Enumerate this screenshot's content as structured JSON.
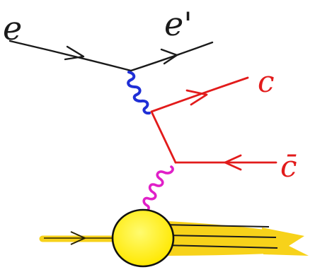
{
  "labels": {
    "electron_in": "e",
    "electron_out": "e'",
    "charm": "c",
    "anticharm": "c̄"
  },
  "colors": {
    "electron": "#1a1a1a",
    "photon": "#1f2fd6",
    "quark": "#e21b1b",
    "gluon": "#e020c8",
    "proton": "#fff200",
    "proton_outline": "#111111",
    "beam": "#f7d21a"
  }
}
